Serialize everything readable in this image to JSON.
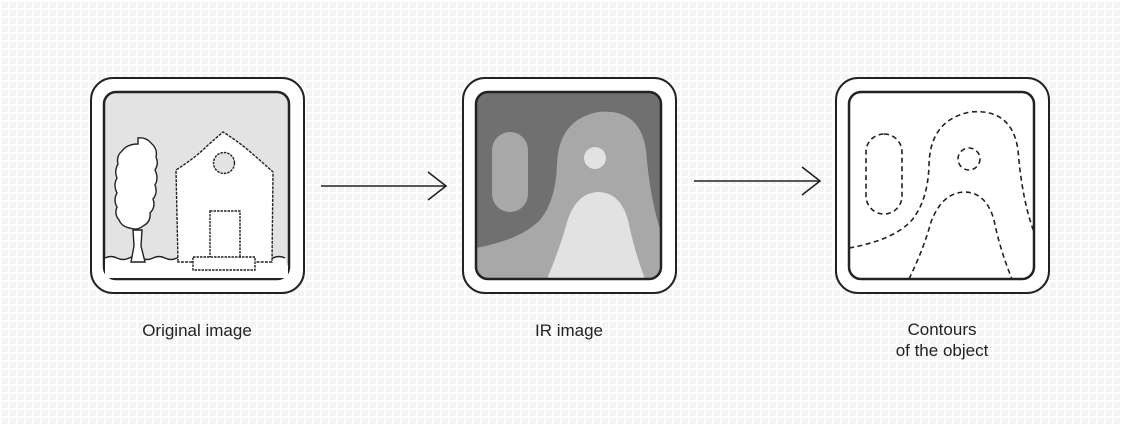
{
  "stages": [
    {
      "id": "original",
      "label_lines": [
        "Original image"
      ]
    },
    {
      "id": "ir",
      "label_lines": [
        "IR image"
      ]
    },
    {
      "id": "contours",
      "label_lines": [
        "Contours",
        "of the object"
      ]
    }
  ],
  "colors": {
    "frame_stroke": "#222222",
    "frame_fill": "#ffffff",
    "original_bg": "#e3e3e3",
    "ir_dark": "#707070",
    "ir_mid": "#a8a8a8",
    "ir_light": "#e2e2e2",
    "contour_bg": "#ffffff"
  }
}
